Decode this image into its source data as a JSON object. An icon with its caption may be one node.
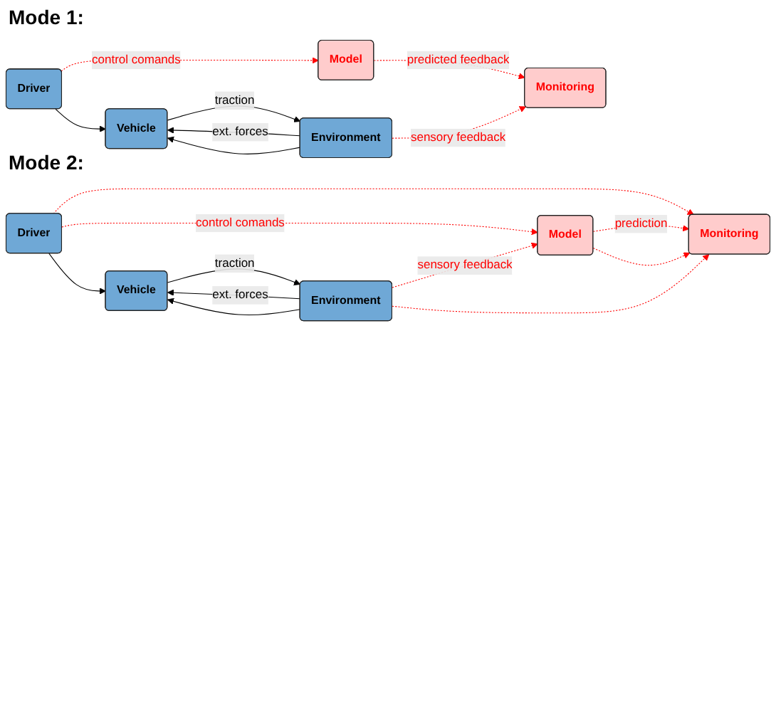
{
  "diagram": {
    "nodes": [
      {
        "text": [
          "Driver"
        ]
      },
      {
        "text": [
          "Vehicle"
        ]
      },
      {
        "text": [
          "Environment"
        ]
      },
      {
        "text": [
          "Model"
        ]
      },
      {
        "text": [
          "Monitoring"
        ]
      },
      {
        "text": [
          "Driver"
        ]
      },
      {
        "text": [
          "Vehicle"
        ]
      },
      {
        "text": [
          "Environment"
        ]
      },
      {
        "text": [
          "Model"
        ]
      },
      {
        "text": [
          "Monitoring"
        ]
      }
    ],
    "edges": [
      {
        "from": 0,
        "to": 1,
        "arrow": "to",
        "color": "#000000"
      },
      {
        "from": 1,
        "to": 2,
        "arrow": "to",
        "label": "traction",
        "color": "#000000"
      },
      {
        "from": 2,
        "to": 1,
        "arrow": "to",
        "label": "ext. forces",
        "color": "#000000"
      },
      {
        "from": 2,
        "to": 1,
        "arrow": "to",
        "color": "#000000"
      },
      {
        "from": 0,
        "to": 3,
        "arrow": "to",
        "label": "control comands",
        "style": "dashed"
      },
      {
        "from": 3,
        "to": 4,
        "arrow": "to",
        "label": "predicted feedback",
        "style": "dashed"
      },
      {
        "from": 2,
        "to": 4,
        "arrow": "to",
        "label": "sensory feedback",
        "style": "dashed"
      },
      {
        "from": 5,
        "to": 6,
        "arrow": "to",
        "color": "#000000"
      },
      {
        "from": 6,
        "to": 7,
        "arrow": "to",
        "label": "traction",
        "color": "#000000"
      },
      {
        "from": 7,
        "to": 6,
        "arrow": "to",
        "label": "ext. forces",
        "color": "#000000"
      },
      {
        "from": 7,
        "to": 6,
        "arrow": "to",
        "color": "#000000"
      },
      {
        "from": 5,
        "to": 8,
        "arrow": "to",
        "label": "control comands",
        "style": "dashed"
      },
      {
        "from": 5,
        "to": 9,
        "arrow": "to",
        "style": "dashed"
      },
      {
        "from": 8,
        "to": 9,
        "arrow": "to",
        "label": "prediction",
        "style": "dashed"
      },
      {
        "from": 8,
        "to": 9,
        "arrow": "to",
        "style": "dashed"
      },
      {
        "from": 7,
        "to": 8,
        "arrow": "to",
        "label": "sensory feedback",
        "style": "dashed"
      },
      {
        "from": 7,
        "to": 9,
        "arrow": "to",
        "style": "dashed"
      }
    ],
    "labels": [
      "Mode 1:",
      "Mode 2:"
    ]
  }
}
